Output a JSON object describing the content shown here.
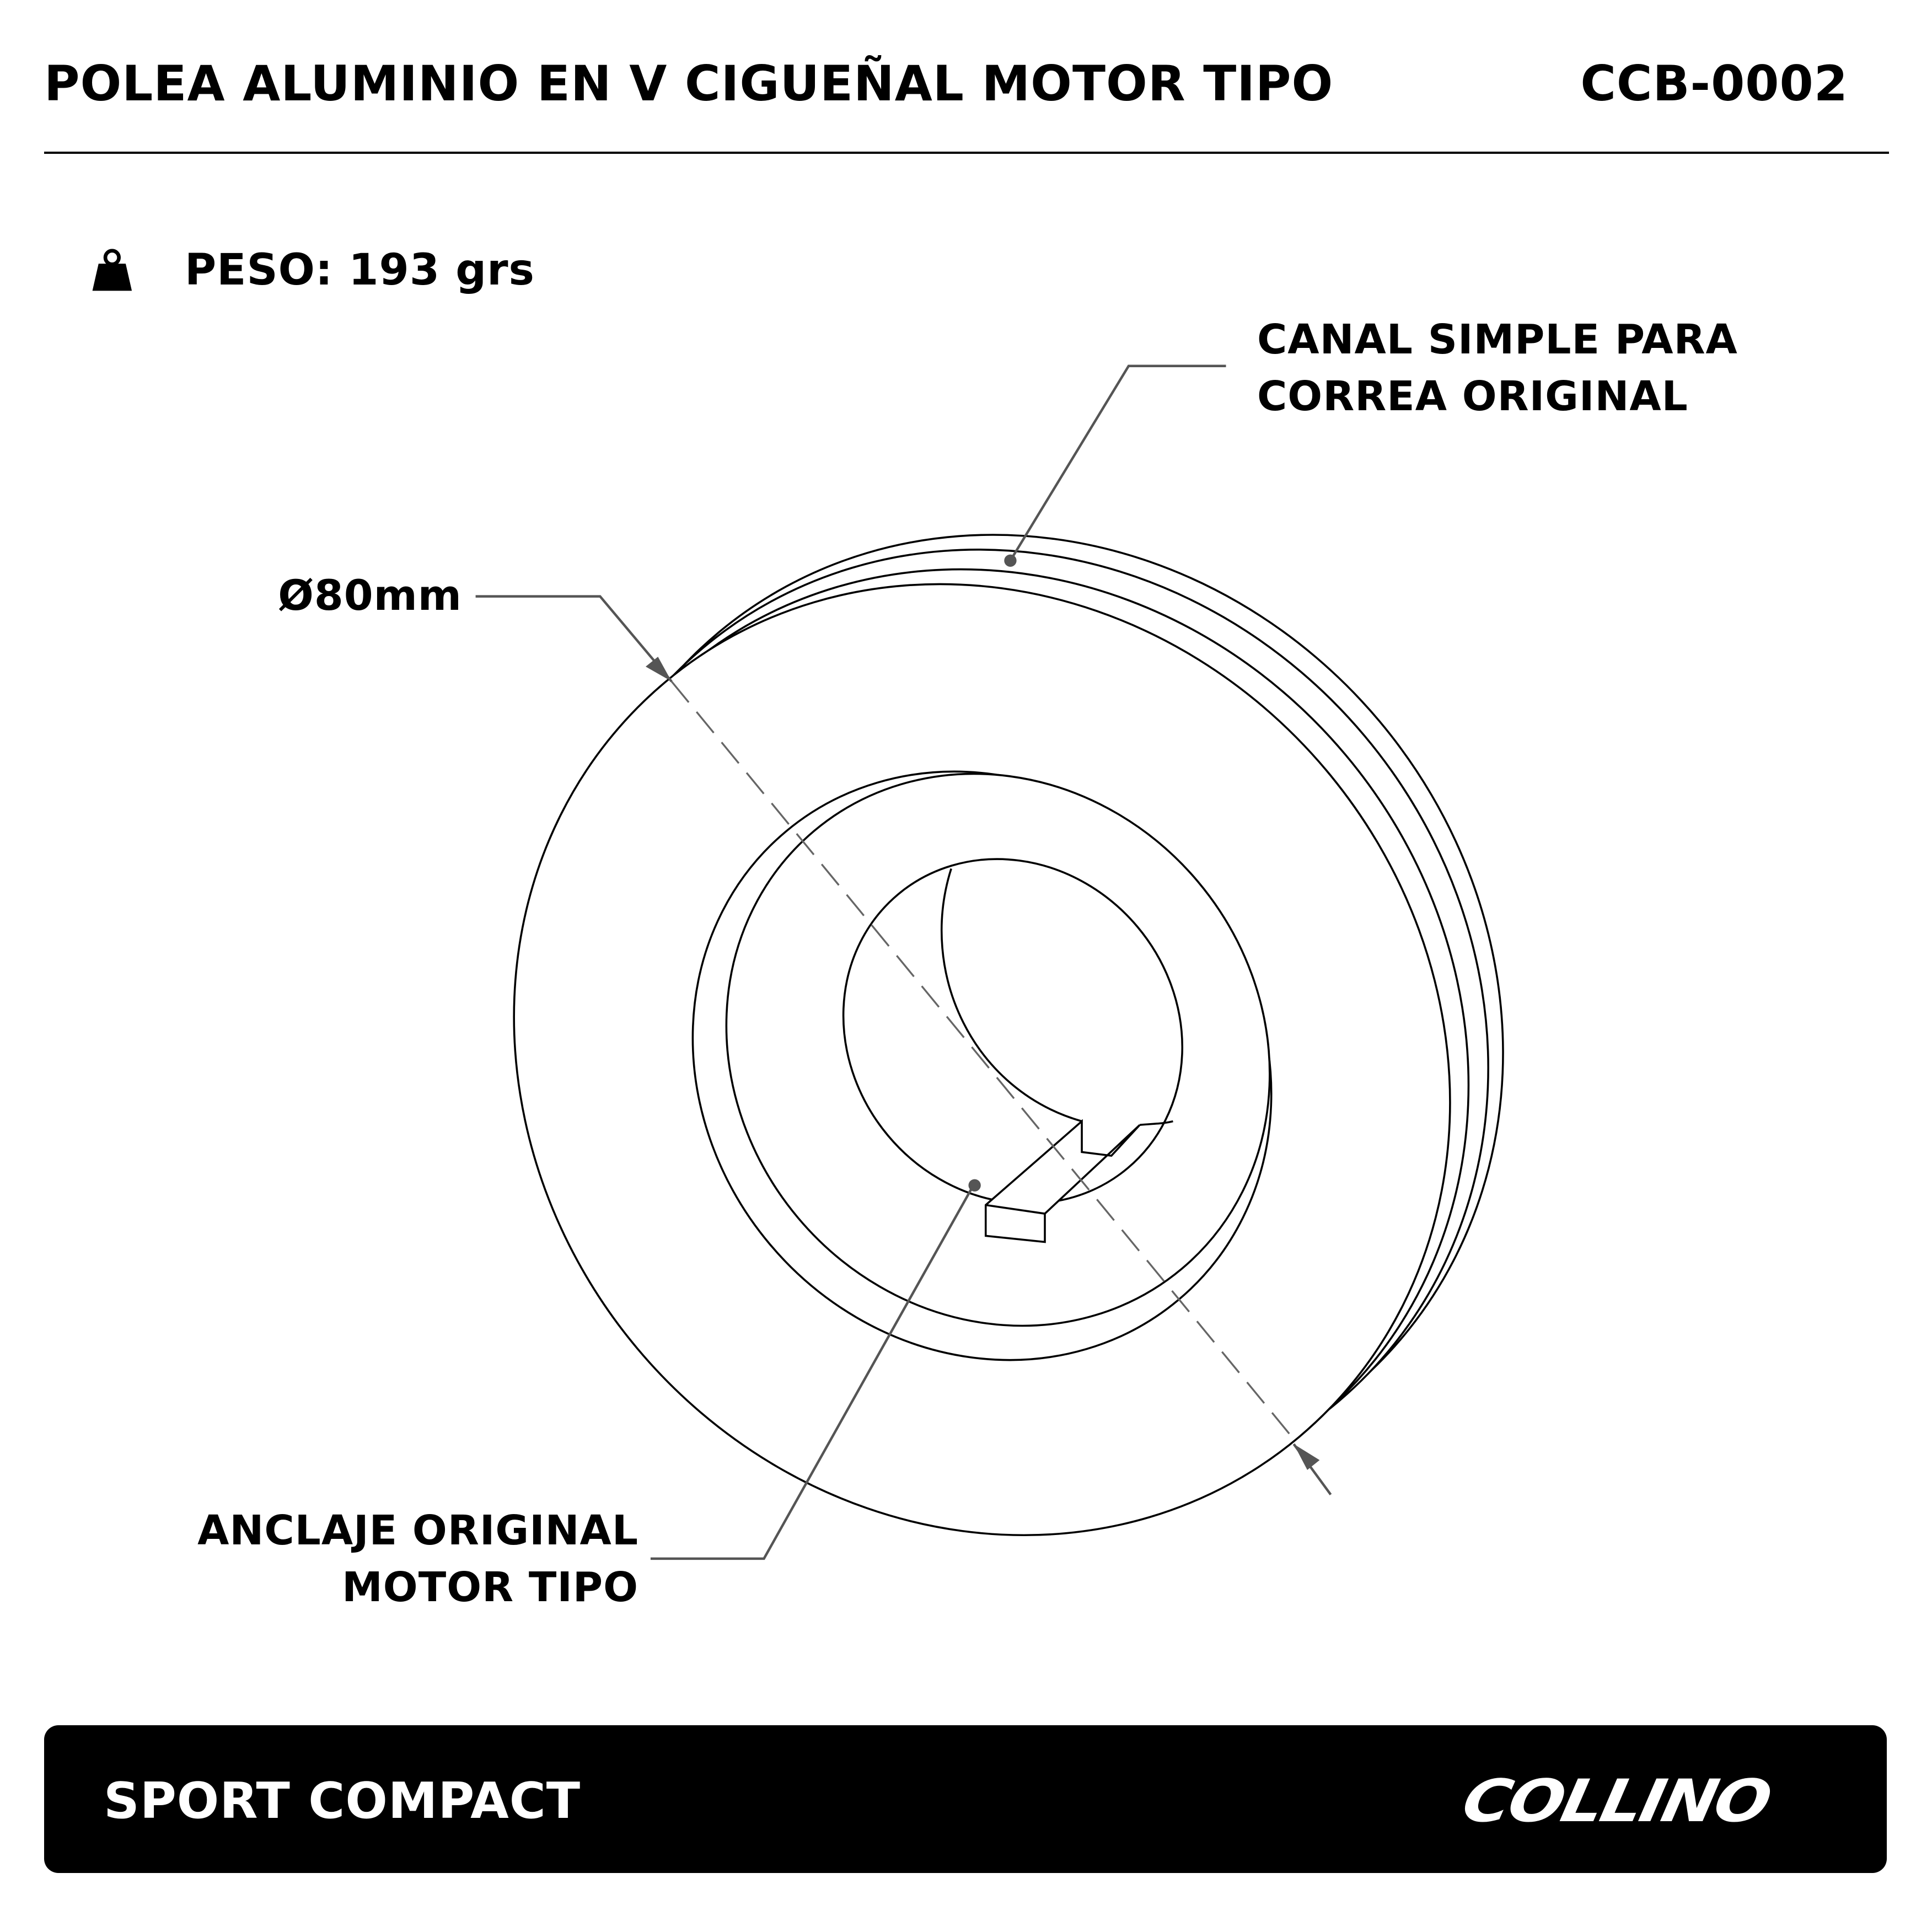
{
  "header": {
    "title": "POLEA ALUMINIO EN V CIGUEÑAL MOTOR TIPO",
    "code": "CCB-0002"
  },
  "weight": {
    "icon": "weight-icon",
    "label": "PESO: 193 grs"
  },
  "callouts": {
    "canal": [
      "CANAL SIMPLE PARA",
      "CORREA ORIGINAL"
    ],
    "diameter": "Ø80mm",
    "anclaje": [
      "ANCLAJE ORIGINAL",
      "MOTOR TIPO"
    ]
  },
  "footer": {
    "line": "SPORT COMPACT",
    "brand": "COLLINO"
  }
}
